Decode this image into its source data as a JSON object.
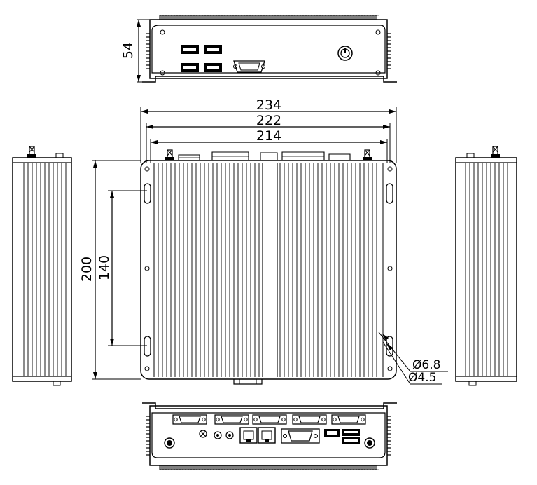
{
  "dimensions": {
    "height_front": "54",
    "width_overall": "234",
    "width_body": "222",
    "width_mount": "214",
    "depth_overall": "200",
    "depth_mount": "140",
    "hole_large": "6.8",
    "hole_small": "4.5",
    "diameter_symbol": "Ø"
  },
  "views": [
    "front-panel-view",
    "top-view",
    "left-side-view",
    "right-side-view",
    "rear-panel-view"
  ],
  "colors": {
    "line": "#000000",
    "background": "#ffffff"
  }
}
